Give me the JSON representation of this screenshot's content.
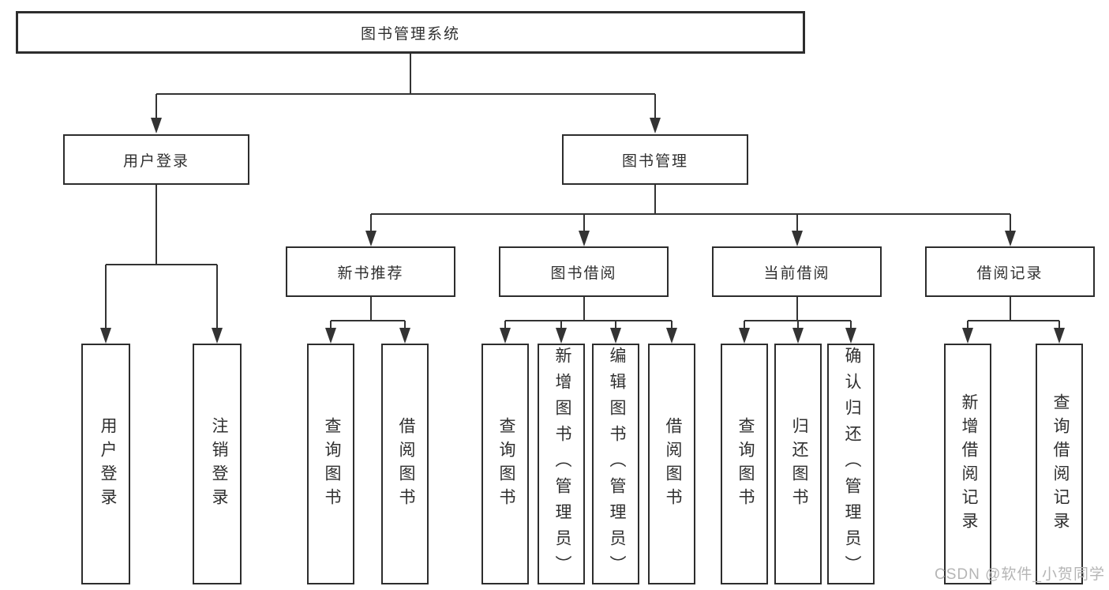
{
  "diagram": {
    "root": {
      "label": "图书管理系统"
    },
    "level2": [
      {
        "id": "user-login",
        "label": "用户登录"
      },
      {
        "id": "book-management",
        "label": "图书管理"
      }
    ],
    "level3": [
      {
        "id": "new-book-recommend",
        "label": "新书推荐"
      },
      {
        "id": "book-borrowing",
        "label": "图书借阅"
      },
      {
        "id": "current-borrowing",
        "label": "当前借阅"
      },
      {
        "id": "borrowing-records",
        "label": "借阅记录"
      }
    ],
    "leaves": [
      {
        "parent": "user-login",
        "label": "用户登录"
      },
      {
        "parent": "user-login",
        "label": "注销登录"
      },
      {
        "parent": "new-book-recommend",
        "label": "查询图书"
      },
      {
        "parent": "new-book-recommend",
        "label": "借阅图书"
      },
      {
        "parent": "book-borrowing",
        "label": "查询图书"
      },
      {
        "parent": "book-borrowing",
        "label": "新增图书（管理员）"
      },
      {
        "parent": "book-borrowing",
        "label": "编辑图书（管理员）"
      },
      {
        "parent": "book-borrowing",
        "label": "借阅图书"
      },
      {
        "parent": "current-borrowing",
        "label": "查询图书"
      },
      {
        "parent": "current-borrowing",
        "label": "归还图书"
      },
      {
        "parent": "current-borrowing",
        "label": "确认归还（管理员）"
      },
      {
        "parent": "borrowing-records",
        "label": "新增借阅记录"
      },
      {
        "parent": "borrowing-records",
        "label": "查询借阅记录"
      }
    ]
  },
  "watermark": {
    "text": "CSDN @软件_小贺同学"
  },
  "colors": {
    "line": "#333333",
    "box_border": "#2d2d2d",
    "text": "#2f2f2f",
    "watermark": "#b5b5b5",
    "background": "#ffffff"
  }
}
